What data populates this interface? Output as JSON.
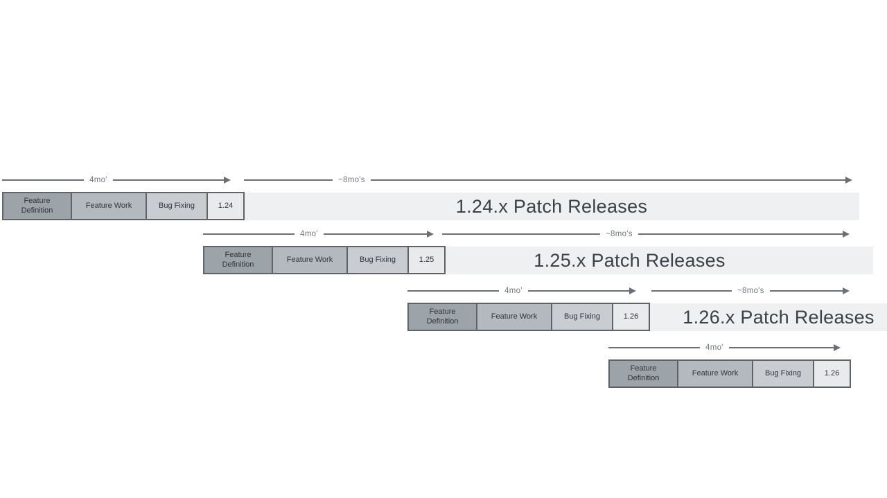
{
  "diagram": {
    "description": "Release cadence timeline showing overlapping minor release cycles and patch release windows",
    "phase_duration_label": "4mo'",
    "patch_duration_label": "~8mo's",
    "rows": [
      {
        "phase_arrow_label": "4mo'",
        "patch_arrow_label": "~8mo's",
        "cells": {
          "feature_definition": "Feature Definition",
          "feature_work": "Feature Work",
          "bug_fixing": "Bug Fixing",
          "version": "1.24"
        },
        "patch_bar_label": "1.24.x Patch Releases"
      },
      {
        "phase_arrow_label": "4mo'",
        "patch_arrow_label": "~8mo's",
        "cells": {
          "feature_definition": "Feature Definition",
          "feature_work": "Feature Work",
          "bug_fixing": "Bug Fixing",
          "version": "1.25"
        },
        "patch_bar_label": "1.25.x Patch Releases"
      },
      {
        "phase_arrow_label": "4mo'",
        "patch_arrow_label": "~8mo's",
        "cells": {
          "feature_definition": "Feature Definition",
          "feature_work": "Feature Work",
          "bug_fixing": "Bug Fixing",
          "version": "1.26"
        },
        "patch_bar_label": "1.26.x Patch Releases"
      },
      {
        "phase_arrow_label": "4mo'",
        "cells": {
          "feature_definition": "Feature Definition",
          "feature_work": "Feature Work",
          "bug_fixing": "Bug Fixing",
          "version": "1.26"
        }
      }
    ],
    "colors": {
      "feature_definition_fill": "#9ca3a9",
      "feature_work_fill": "#b3b9be",
      "bug_fixing_fill": "#c9cdd1",
      "version_fill": "#e8eaec",
      "patch_bar_fill": "#eef0f2",
      "strip_border": "#5e6367",
      "arrow": "#697077",
      "duration_label_text": "#70767c",
      "cell_text": "#2e343a",
      "patch_bar_text": "#3a4147"
    }
  }
}
